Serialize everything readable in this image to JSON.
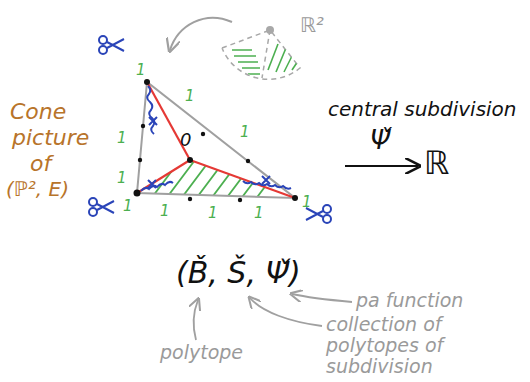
{
  "diagram": {
    "labels": [
      "Cone",
      "picture",
      "of",
      "(ℙ², E)",
      "ℝ²",
      "central subdivision",
      "Ψ̌",
      "ℝ",
      "(B̌, Š, Ψ̌)",
      "pa function",
      "collection of polytopes of subdivision",
      "polytope",
      "0",
      "1",
      "1",
      "1",
      "1",
      "1",
      "1",
      "1",
      "1",
      "1",
      "1"
    ]
  }
}
